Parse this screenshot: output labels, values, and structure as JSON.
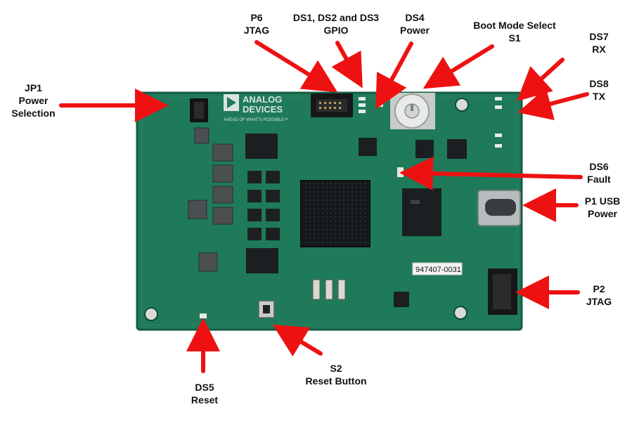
{
  "board": {
    "logo_line1": "ANALOG",
    "logo_line2": "DEVICES",
    "tagline": "AHEAD OF WHAT'S POSSIBLE™",
    "serial": "947407-0031",
    "colors": {
      "pcb": "#1f7a5a",
      "pcb_edge": "#145c43",
      "chip": "#1b1f22",
      "arrow": "#ee1111"
    }
  },
  "callouts": [
    {
      "id": "jp1",
      "lines": [
        "JP1",
        "Power",
        "Selection"
      ]
    },
    {
      "id": "p6",
      "lines": [
        "P6",
        "JTAG"
      ]
    },
    {
      "id": "ds123",
      "lines": [
        "DS1, DS2 and DS3",
        "GPIO"
      ]
    },
    {
      "id": "ds4",
      "lines": [
        "DS4",
        "Power"
      ]
    },
    {
      "id": "s1",
      "lines": [
        "Boot Mode Select",
        "S1"
      ]
    },
    {
      "id": "ds7",
      "lines": [
        "DS7",
        "RX"
      ]
    },
    {
      "id": "ds8",
      "lines": [
        "DS8",
        "TX"
      ]
    },
    {
      "id": "ds6",
      "lines": [
        "DS6",
        "Fault"
      ]
    },
    {
      "id": "p1",
      "lines": [
        "P1 USB",
        "Power"
      ]
    },
    {
      "id": "p2",
      "lines": [
        "P2",
        "JTAG"
      ]
    },
    {
      "id": "s2",
      "lines": [
        "S2",
        "Reset Button"
      ]
    },
    {
      "id": "ds5",
      "lines": [
        "DS5",
        "Reset"
      ]
    }
  ]
}
